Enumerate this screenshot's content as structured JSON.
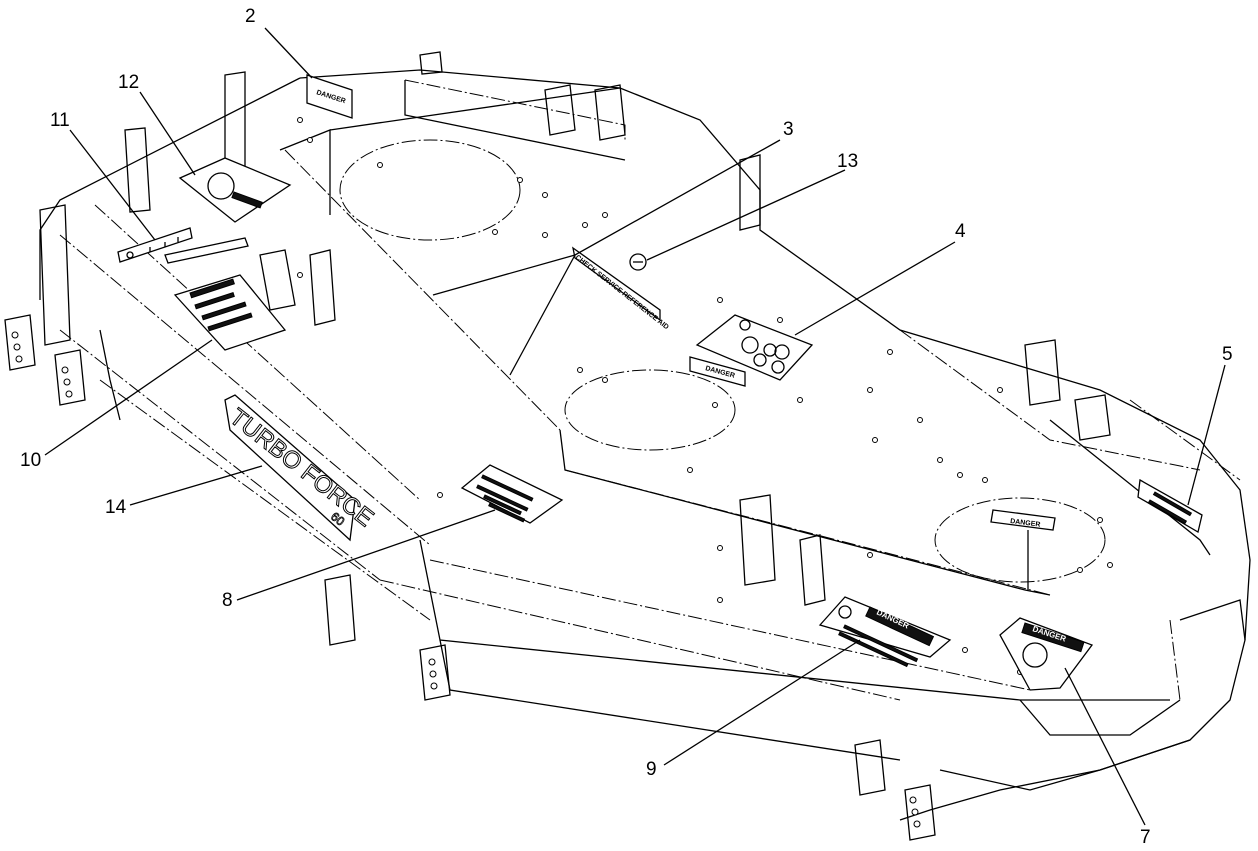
{
  "callouts": [
    {
      "id": "2",
      "label": "2"
    },
    {
      "id": "12",
      "label": "12"
    },
    {
      "id": "11",
      "label": "11"
    },
    {
      "id": "3",
      "label": "3"
    },
    {
      "id": "13",
      "label": "13"
    },
    {
      "id": "4",
      "label": "4"
    },
    {
      "id": "5",
      "label": "5"
    },
    {
      "id": "10",
      "label": "10"
    },
    {
      "id": "14",
      "label": "14"
    },
    {
      "id": "8",
      "label": "8"
    },
    {
      "id": "9",
      "label": "9"
    },
    {
      "id": "7",
      "label": "7"
    }
  ],
  "decals": {
    "danger_small": "DANGER",
    "danger_belt": "DANGER",
    "danger_right": "DANGER",
    "danger_large": "DANGER",
    "danger_shield": "DANGER",
    "service_ref": "CHECK SERVICE REFERENCE AID",
    "turbo_force": "TURBO FORCE",
    "deck_size": "60"
  }
}
